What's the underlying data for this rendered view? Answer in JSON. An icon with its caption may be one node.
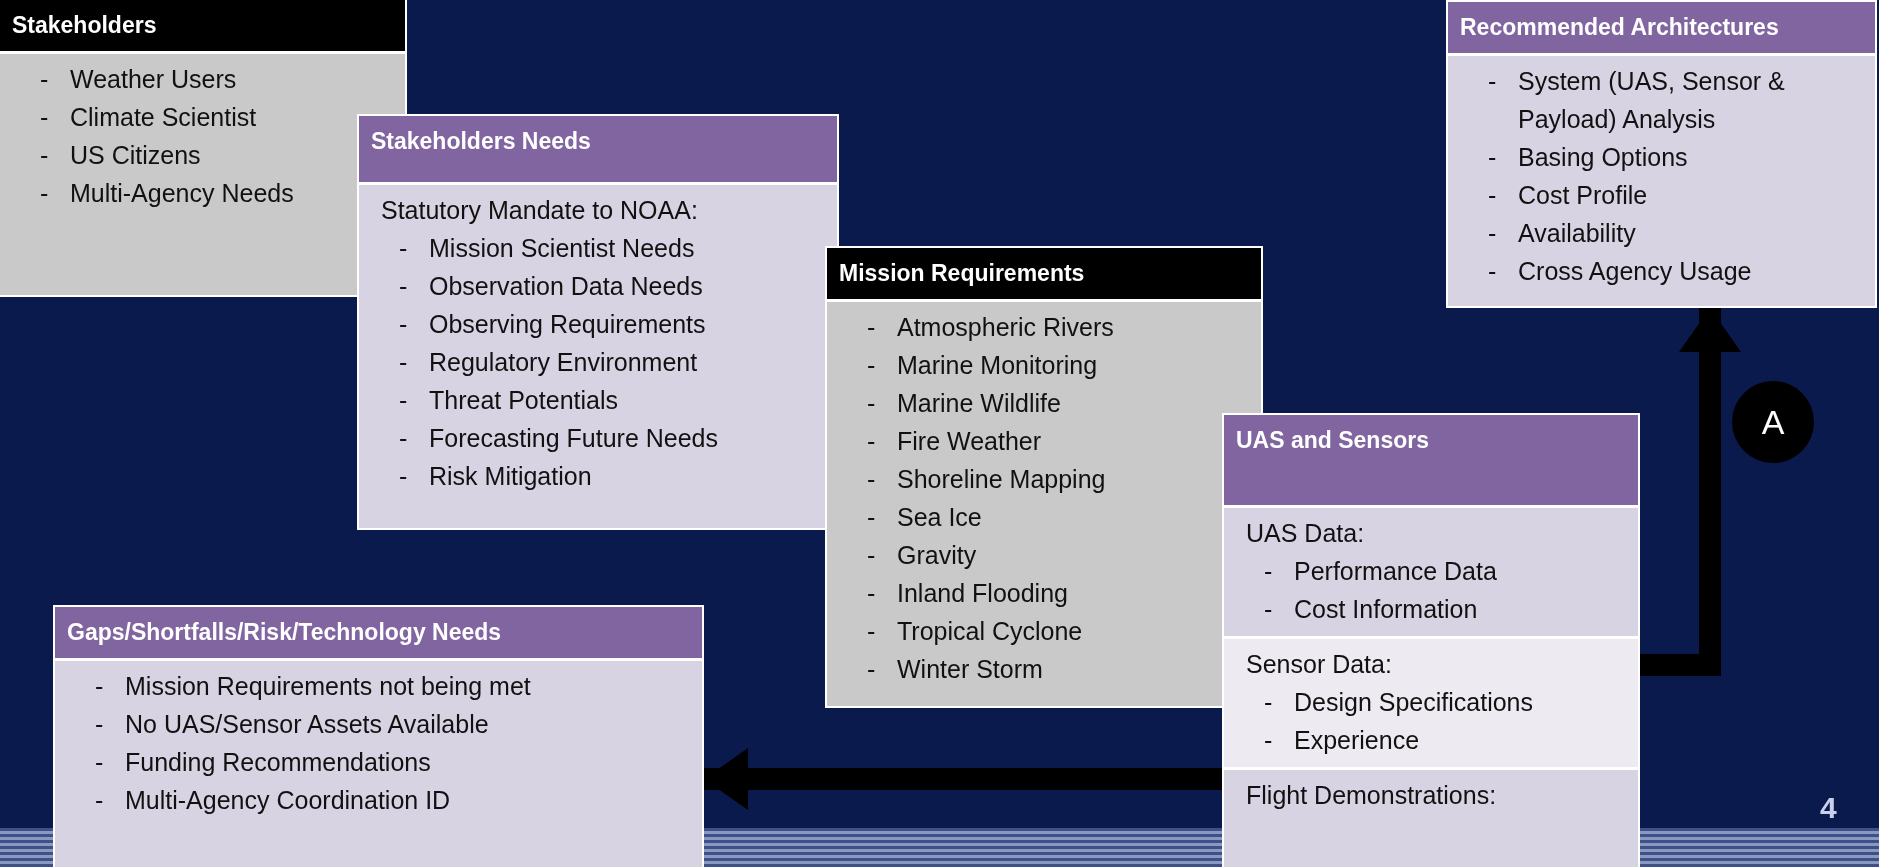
{
  "diagram": {
    "nodes": [
      {
        "text": [
          "Stakeholders",
          "- Weather Users",
          "- Climate Scientist",
          "- US Citizens",
          "- Multi-Agency Needs"
        ]
      },
      {
        "text": [
          "Recommended Architectures",
          "- System (UAS, Sensor & Payload) Analysis",
          "- Basing Options",
          "- Cost Profile",
          "- Availability",
          "- Cross Agency Usage"
        ]
      },
      {
        "text": [
          "Stakeholders Needs",
          "Statutory Mandate to NOAA:",
          "- Mission Scientist Needs",
          "- Observation Data Needs",
          "- Observing Requirements",
          "- Regulatory Environment",
          "- Threat Potentials",
          "- Forecasting Future Needs",
          "- Risk Mitigation"
        ]
      },
      {
        "text": [
          "Mission Requirements",
          "- Atmospheric Rivers",
          "- Marine Monitoring",
          "- Marine Wildlife",
          "- Fire Weather",
          "- Shoreline Mapping",
          "- Sea Ice",
          "- Gravity",
          "- Inland Flooding",
          "- Tropical Cyclone",
          "- Winter Storm"
        ]
      },
      {
        "text": [
          "A"
        ]
      },
      {
        "text": [
          "UAS and Sensors",
          "UAS Data:",
          "- Performance Data",
          "- Cost Information",
          "Sensor Data:",
          "- Design Specifications",
          "- Experience",
          "Flight Demonstrations:"
        ]
      },
      {
        "text": [
          "Gaps/Shortfalls/Risk/Technology Needs",
          "- Mission Requirements not being met",
          "- No UAS/Sensor Assets Available",
          "- Funding Recommendations",
          "- Multi-Agency Coordination ID"
        ]
      }
    ],
    "edges": [
      {
        "from": 5,
        "to": 1,
        "arrow": "to"
      },
      {
        "from": 5,
        "to": 6,
        "arrow": "to"
      }
    ],
    "labels": [
      "4"
    ]
  }
}
